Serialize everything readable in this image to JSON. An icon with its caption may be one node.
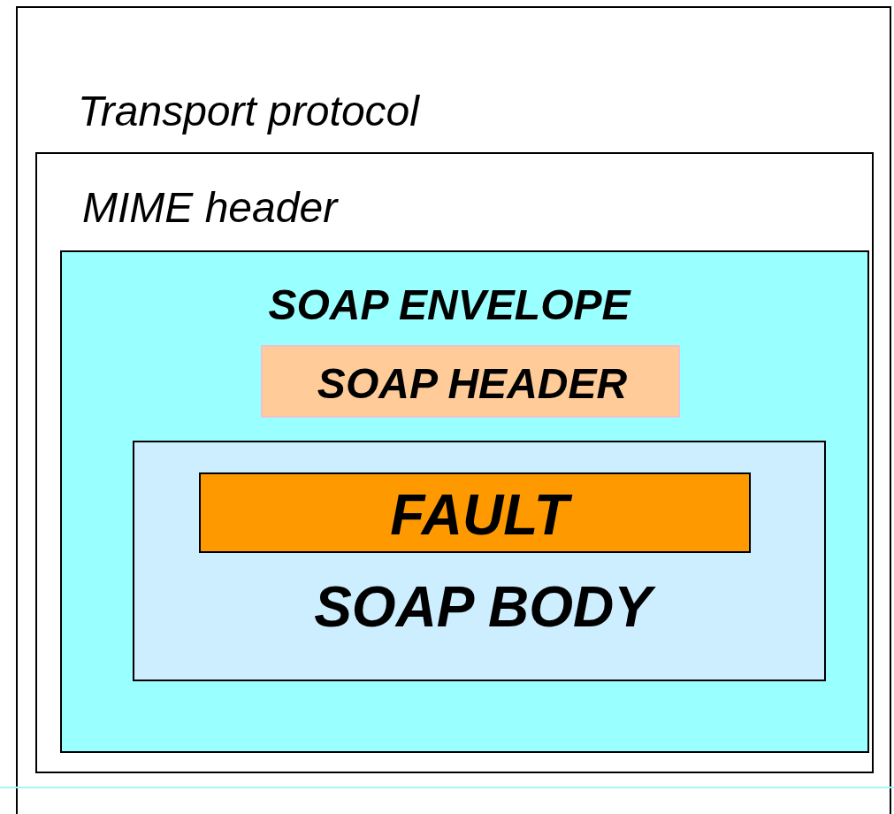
{
  "diagram": {
    "nodes": [
      {
        "text": [
          "Transport protocol"
        ]
      },
      {
        "text": [
          "MIME header"
        ],
        "in": 0
      },
      {
        "text": [
          "SOAP ENVELOPE"
        ],
        "in": 1
      },
      {
        "text": [
          "SOAP HEADER"
        ],
        "in": 2
      },
      {
        "text": [
          "SOAP BODY"
        ],
        "in": 2
      },
      {
        "text": [
          "FAULT"
        ],
        "in": 4
      }
    ]
  }
}
